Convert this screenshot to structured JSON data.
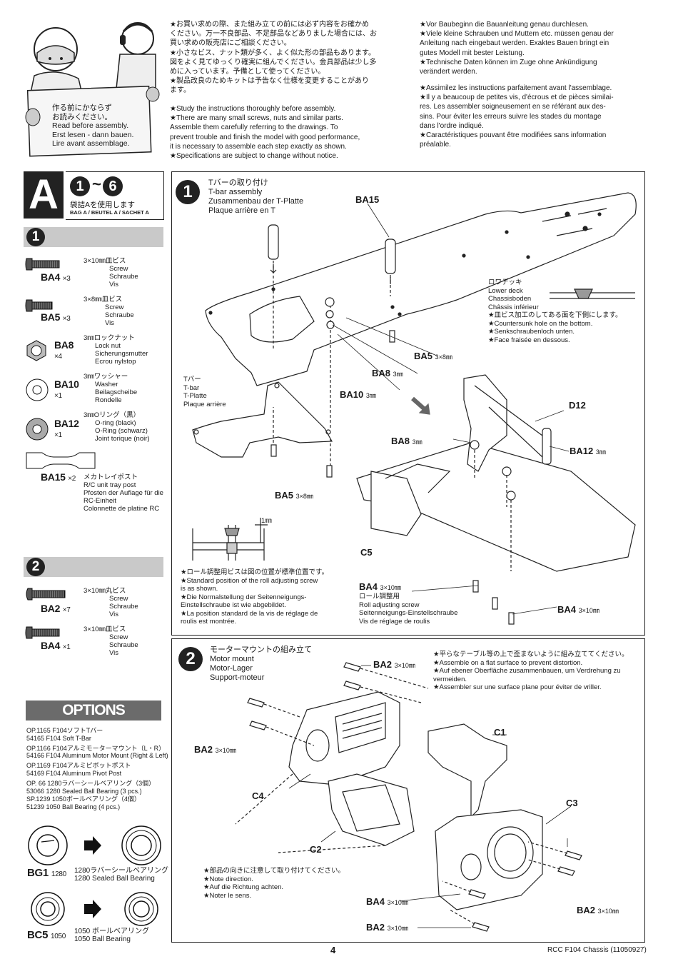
{
  "intro": {
    "card": [
      "作る前にかならず",
      "お読みください。",
      "Read before assembly.",
      "Erst lesen - dann bauen.",
      "Lire avant assemblage."
    ],
    "jp": [
      "★お買い求めの際、また組み立ての前には必ず内容をお確かめ",
      "ください。万一不良部品、不足部品などありました場合には、お",
      "買い求めの販売店にご相談ください。",
      "★小さなビス、ナット類が多く、よく似た形の部品もあります。",
      "図をよく見てゆっくり確実に組んでください。金具部品は少し多",
      "めに入っています。予備として使ってください。",
      "★製品改良のためキットは予告なく仕様を変更することがあり",
      "ます。"
    ],
    "en": [
      "★Study the instructions thoroughly before assembly.",
      "★There are many small screws, nuts and similar parts.",
      "Assemble them carefully referring to the drawings. To",
      "prevent trouble and finish the model with good performance,",
      "it is necessary to assemble each step exactly as shown.",
      "★Specifications are subject to change without notice."
    ],
    "de": [
      "★Vor Baubeginn die Bauanleitung genau durchlesen.",
      "★Viele kleine Schrauben und Muttern etc. müssen genau der",
      "Anleitung nach eingebaut werden. Exaktes Bauen bringt ein",
      "gutes Modell mit bester Leistung.",
      "★Technische Daten können im Zuge ohne Ankündigung",
      "verändert werden."
    ],
    "fr": [
      "★Assimilez les instructions parfaitement avant l'assemblage.",
      "★Il y a beaucoup de petites vis, d'écrous et de pièces similai-",
      "res. Les assembler soigneusement en se référant aux des-",
      "sins. Pour éviter les erreurs suivre les stades du montage",
      "dans l'ordre indiqué.",
      "★Caractéristiques pouvant être modifiées sans information",
      "préalable."
    ]
  },
  "bag": {
    "letter": "A",
    "n1": "1",
    "tilde": "~",
    "n2": "6",
    "jp": "袋詰Aを使用します",
    "langs": "BAG A / BEUTEL A / SACHET A"
  },
  "parts1": {
    "num": "1",
    "items": [
      {
        "code": "BA4",
        "qty": "×3",
        "lines": [
          "3×10㎜皿ビス",
          "Screw",
          "Schraube",
          "Vis"
        ]
      },
      {
        "code": "BA5",
        "qty": "×3",
        "lines": [
          "3×8㎜皿ビス",
          "Screw",
          "Schraube",
          "Vis"
        ]
      },
      {
        "code": "BA8",
        "qty": "×4",
        "lines": [
          "3㎜ロックナット",
          "Lock nut",
          "Sicherungsmutter",
          "Ecrou nylstop"
        ]
      },
      {
        "code": "BA10",
        "qty": "×1",
        "lines": [
          "3㎜ワッシャー",
          "Washer",
          "Beilagscheibe",
          "Rondelle"
        ]
      },
      {
        "code": "BA12",
        "qty": "×1",
        "lines": [
          "3㎜Oリング（黒）",
          "O-ring (black)",
          "O-Ring (schwarz)",
          "Joint torique (noir)"
        ]
      },
      {
        "code": "BA15",
        "qty": "×2",
        "lines": [
          "メカトレイポスト",
          "R/C unit tray post",
          "Pfosten der Auflage für die",
          "RC-Einheit",
          "Colonnette de platine RC"
        ]
      }
    ]
  },
  "parts2": {
    "num": "2",
    "items": [
      {
        "code": "BA2",
        "qty": "×7",
        "lines": [
          "3×10㎜丸ビス",
          "Screw",
          "Schraube",
          "Vis"
        ]
      },
      {
        "code": "BA4",
        "qty": "×1",
        "lines": [
          "3×10㎜皿ビス",
          "Screw",
          "Schraube",
          "Vis"
        ]
      }
    ]
  },
  "options": {
    "title": "OPTIONS",
    "lines": [
      [
        "OP.1165 F104ソフトTバー",
        "54165 F104 Soft T-Bar"
      ],
      [
        "OP.1166 F104アルミモーターマウント（L・R）",
        "54166 F104 Aluminum Motor Mount (Right & Left)"
      ],
      [
        "OP.1169 F104アルミピボットポスト",
        "54169 F104 Aluminum Pivot Post"
      ],
      [
        "OP. 66 1280ラバーシールベアリング（3個）",
        "53066 1280 Sealed Ball Bearing (3 pcs.)"
      ],
      [
        "SP.1239 1050ボールベアリング（4個）",
        "51239 1050 Ball Bearing (4 pcs.)"
      ]
    ],
    "bearings": [
      {
        "code": "BG1",
        "size": "1280",
        "lines": [
          "1280ラバーシールベアリング",
          "1280 Sealed Ball Bearing"
        ]
      },
      {
        "code": "BC5",
        "size": "1050",
        "lines": [
          "1050 ボールベアリング",
          "1050 Ball Bearing"
        ]
      }
    ]
  },
  "step1": {
    "num": "1",
    "title": [
      "Tバーの取り付け",
      "T-bar assembly",
      "Zusammenbau der T-Platte",
      "Plaque arrière en T"
    ],
    "lower_deck": [
      "ロワデッキ",
      "Lower deck",
      "Chassisboden",
      "Châssis inférieur"
    ],
    "countersunk": [
      "★皿ビス加工のしてある面を下側にします。",
      "★Countersunk hole on the bottom.",
      "★Senkschraubenloch unten.",
      "★Face fraisée en dessous."
    ],
    "tbar": [
      "Tバー",
      "T-bar",
      "T-Platte",
      "Plaque arrière"
    ],
    "dim": "1㎜",
    "roll_note": [
      "★ロール調整用ビスは図の位置が標準位置です。",
      "★Standard position of the roll adjusting screw",
      "is as shown.",
      "★Die Normalstellung der Seitenneigungs-",
      "Einstellschraube ist wie abgebildet.",
      "★La position standard de la vis de réglage de",
      "roulis est montrée."
    ],
    "roll_screw": [
      "ロール調整用",
      "Roll adjusting screw",
      "Seitenneigungs-Einstellschraube",
      "Vis de réglage de roulis"
    ],
    "labels": {
      "ba15": "BA15",
      "ba5a": "BA5",
      "ba5a_sz": "3×8㎜",
      "ba8a": "BA8",
      "ba8a_sz": "3㎜",
      "ba10": "BA10",
      "ba10_sz": "3㎜",
      "d12": "D12",
      "ba8b": "BA8",
      "ba8b_sz": "3㎜",
      "ba12": "BA12",
      "ba12_sz": "3㎜",
      "ba5b": "BA5",
      "ba5b_sz": "3×8㎜",
      "c5": "C5",
      "ba4a": "BA4",
      "ba4a_sz": "3×10㎜",
      "ba4b": "BA4",
      "ba4b_sz": "3×10㎜"
    }
  },
  "step2": {
    "num": "2",
    "title": [
      "モーターマウントの組み立て",
      "Motor mount",
      "Motor-Lager",
      "Support-moteur"
    ],
    "flat": [
      "★平らなテーブル等の上で歪まないように組み立ててください。",
      "★Assemble on a flat surface to prevent distortion.",
      "★Auf ebener Oberfläche zusammenbauen, um Verdrehung zu",
      "vermeiden.",
      "★Assembler sur une surface plane pour éviter de vriller."
    ],
    "direction": [
      "★部品の向きに注意して取り付けてください。",
      "★Note direction.",
      "★Auf die Richtung achten.",
      "★Noter le sens."
    ],
    "labels": {
      "ba2a": "BA2",
      "ba2a_sz": "3×10㎜",
      "ba2b": "BA2",
      "ba2b_sz": "3×10㎜",
      "c1": "C1",
      "c3": "C3",
      "c4": "C4",
      "c2": "C2",
      "ba4": "BA4",
      "ba4_sz": "3×10㎜",
      "ba2c": "BA2",
      "ba2c_sz": "3×10㎜",
      "ba2d": "BA2",
      "ba2d_sz": "3×10㎜"
    }
  },
  "footer": {
    "page": "4",
    "ref": "RCC F104 Chassis (11050927)"
  }
}
